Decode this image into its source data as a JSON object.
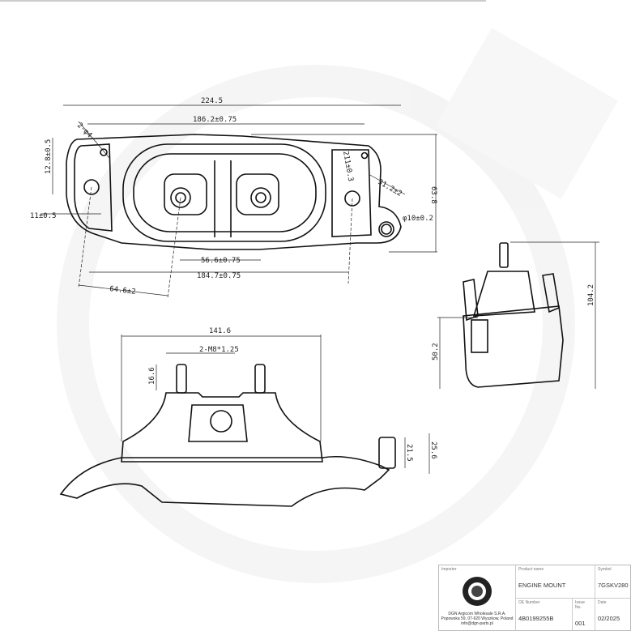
{
  "dimensions": {
    "overall_length": "224.5",
    "hole_spacing_top": "186.2±0.75",
    "small_holes": "2-φ4",
    "left_hole_vertical": "12.8±0.5",
    "left_hole_horizontal": "11±0.5",
    "stud_spacing": "56.6±0.75",
    "outer_hole_spacing": "184.7±0.75",
    "diagonal": "64.6±2",
    "right_hole_offset": "211±0.3",
    "pin_offset": "31.2±2",
    "pin_diameter": "φ10±0.2",
    "overall_width": "63.8",
    "body_width": "141.6",
    "thread": "2-M8*1.25",
    "stud_height": "16.6",
    "side_height": "50.2",
    "total_height": "104.2",
    "pin_thread_len": "21.5",
    "pin_length": "25.6"
  },
  "title_block": {
    "importer_label": "Importer",
    "importer_address": [
      "DGN Argicom Wholesale S.R.A.",
      "Popowska 59, 07-620 Wyszkow, Poland",
      "info@dgn-parts.pl"
    ],
    "product_label": "Product name",
    "product_name": "ENGINE MOUNT",
    "symbol_label": "Symbol",
    "symbol": "7GSKV280",
    "oe_label": "OE Number",
    "oe_number": "4B0199255B",
    "issue_label": "Issue No.",
    "issue": "001",
    "date_label": "Date",
    "date": "02/2025"
  },
  "colors": {
    "line": "#111111",
    "watermark": "#eeeeee"
  }
}
